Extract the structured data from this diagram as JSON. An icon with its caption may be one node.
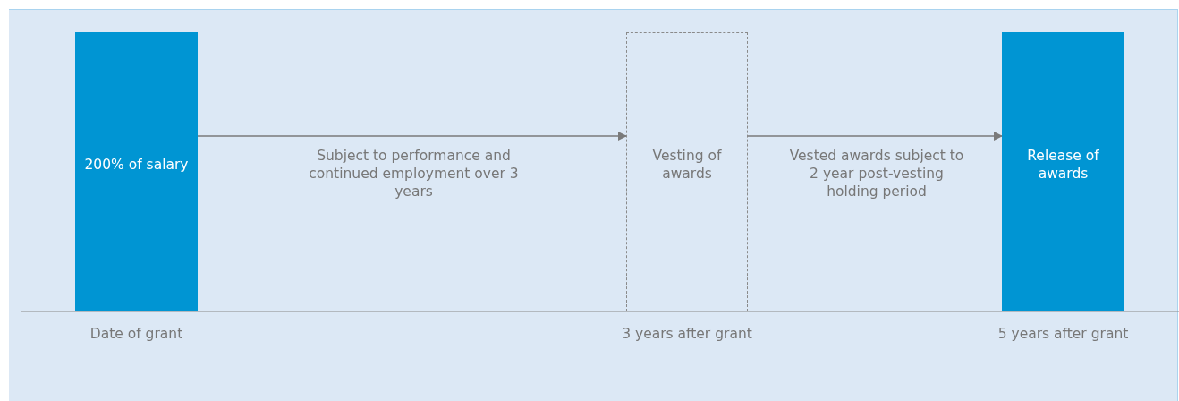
{
  "diagram": {
    "nodes": [
      {
        "text": [
          "200% of salary"
        ],
        "beside": [
          "Date of grant"
        ]
      },
      {
        "text": [
          "Vesting of awards"
        ],
        "beside": [
          "3 years after grant"
        ]
      },
      {
        "text": [
          "Release of awards"
        ],
        "beside": [
          "5 years after grant"
        ]
      }
    ],
    "edges": [
      {
        "from": 0,
        "to": 1,
        "arrow": "to",
        "label": "Subject to performance and continued employment over 3 years"
      },
      {
        "from": 1,
        "to": 2,
        "arrow": "to",
        "label": "Vested awards subject to 2 year post-vesting holding period"
      }
    ]
  }
}
